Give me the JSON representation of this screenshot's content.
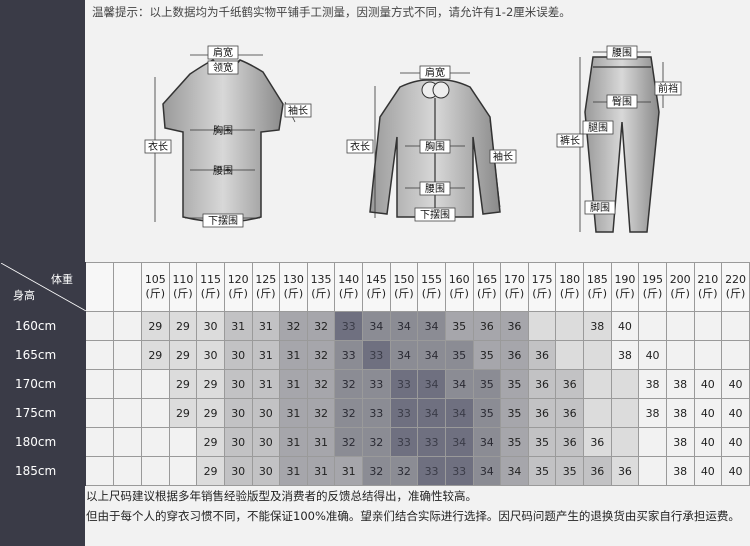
{
  "notice_top": "温馨提示：以上数据均为千纸鹤实物平铺手工测量，因测量方式不同，请允许有1-2厘米误差。",
  "diagram_labels": {
    "tshirt": {
      "shoulder": "肩宽",
      "neck": "领宽",
      "sleeve": "袖长",
      "length": "衣长",
      "chest": "胸围",
      "waist": "腰围",
      "hem": "下摆围"
    },
    "shirt": {
      "shoulder": "肩宽",
      "length": "衣长",
      "chest": "胸围",
      "sleeve": "袖长",
      "waist": "腰围",
      "hem": "下摆围"
    },
    "pants": {
      "waist": "腰围",
      "rise": "前裆",
      "hip": "臀围",
      "length": "裤长",
      "thigh": "腿围",
      "leg_opening": "脚围"
    }
  },
  "table": {
    "weight_header": "体重",
    "height_header": "身高",
    "weight_unit": "(斤)",
    "weights": [
      "105",
      "110",
      "115",
      "120",
      "125",
      "130",
      "135",
      "140",
      "145",
      "150",
      "155",
      "160",
      "165",
      "170",
      "175",
      "180",
      "185",
      "190",
      "195",
      "200",
      "210",
      "220"
    ],
    "rows": [
      {
        "height": "160cm",
        "cells": [
          "29",
          "29",
          "30",
          "31",
          "31",
          "32",
          "32",
          "33",
          "34",
          "34",
          "34",
          "35",
          "36",
          "36",
          "",
          "",
          "38",
          "40",
          "",
          "",
          "",
          ""
        ]
      },
      {
        "height": "165cm",
        "cells": [
          "29",
          "29",
          "30",
          "30",
          "31",
          "31",
          "32",
          "33",
          "33",
          "34",
          "34",
          "35",
          "35",
          "36",
          "36",
          "",
          "",
          "38",
          "40",
          "",
          "",
          ""
        ]
      },
      {
        "height": "170cm",
        "cells": [
          "",
          "29",
          "29",
          "30",
          "31",
          "31",
          "32",
          "32",
          "33",
          "33",
          "34",
          "34",
          "35",
          "35",
          "36",
          "36",
          "",
          "",
          "38",
          "38",
          "40",
          "40"
        ]
      },
      {
        "height": "175cm",
        "cells": [
          "",
          "29",
          "29",
          "30",
          "30",
          "31",
          "32",
          "32",
          "33",
          "33",
          "34",
          "34",
          "35",
          "35",
          "36",
          "36",
          "",
          "",
          "38",
          "38",
          "40",
          "40"
        ]
      },
      {
        "height": "180cm",
        "cells": [
          "",
          "",
          "29",
          "30",
          "30",
          "31",
          "31",
          "32",
          "32",
          "33",
          "33",
          "34",
          "34",
          "35",
          "35",
          "36",
          "36",
          "",
          "",
          "38",
          "40",
          "40"
        ]
      },
      {
        "height": "185cm",
        "cells": [
          "",
          "",
          "29",
          "30",
          "30",
          "31",
          "31",
          "31",
          "32",
          "32",
          "33",
          "33",
          "34",
          "34",
          "35",
          "35",
          "36",
          "36",
          "",
          "38",
          "40",
          "40"
        ]
      }
    ],
    "shades": [
      [
        1,
        1,
        1,
        2,
        2,
        3,
        3,
        5,
        4,
        4,
        4,
        3,
        3,
        3,
        1,
        1,
        1,
        0,
        0,
        0,
        0,
        0
      ],
      [
        1,
        1,
        1,
        2,
        2,
        3,
        3,
        4,
        5,
        4,
        4,
        4,
        3,
        3,
        2,
        1,
        1,
        0,
        0,
        0,
        0,
        0
      ],
      [
        0,
        1,
        1,
        2,
        2,
        3,
        3,
        4,
        4,
        5,
        5,
        4,
        4,
        3,
        2,
        2,
        1,
        1,
        0,
        0,
        0,
        0
      ],
      [
        0,
        1,
        1,
        2,
        2,
        3,
        3,
        4,
        4,
        5,
        5,
        5,
        4,
        3,
        2,
        2,
        1,
        1,
        0,
        0,
        0,
        0
      ],
      [
        0,
        0,
        1,
        2,
        2,
        3,
        3,
        4,
        4,
        5,
        5,
        5,
        4,
        3,
        2,
        2,
        1,
        1,
        0,
        0,
        0,
        0
      ],
      [
        0,
        0,
        1,
        2,
        2,
        3,
        3,
        3,
        4,
        4,
        5,
        5,
        4,
        3,
        2,
        2,
        2,
        1,
        0,
        0,
        0,
        0
      ]
    ]
  },
  "notes": [
    "以上尺码建议根据多年销售经验版型及消费者的反馈总结得出，准确性较高。",
    "但由于每个人的穿衣习惯不同，不能保证100%准确。望亲们结合实际进行选择。因尺码问题产生的退换货由买家自行承担运费。"
  ]
}
